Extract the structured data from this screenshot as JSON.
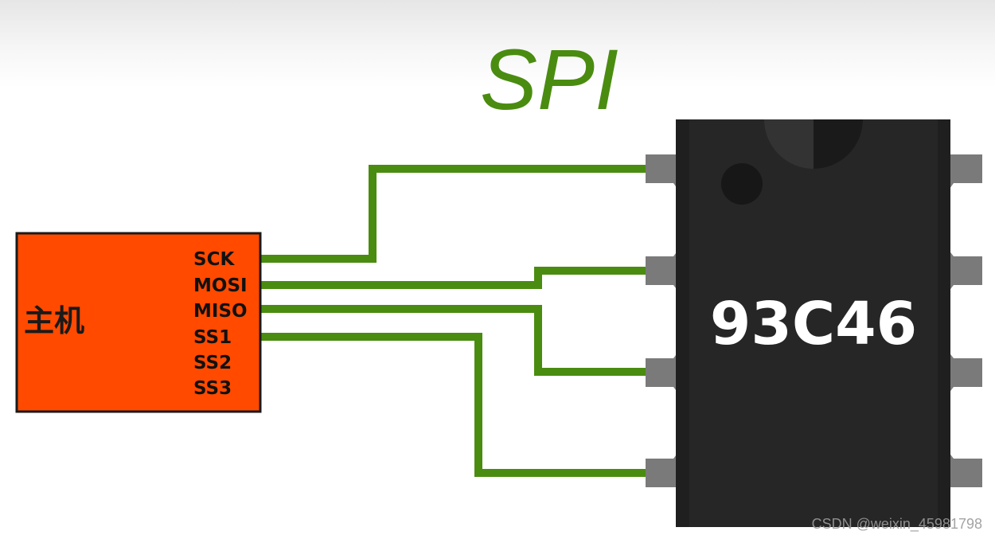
{
  "title": "SPI",
  "host": {
    "label": "主机",
    "pins": [
      "SCK",
      "MOSI",
      "MISO",
      "SS1",
      "SS2",
      "SS3"
    ]
  },
  "chip": {
    "label": "93C46"
  },
  "watermark": "CSDN @weixin_45981798",
  "colors": {
    "wire": "#4a8c10",
    "title": "#4a8c10",
    "host_fill": "#ff4a00",
    "chip_body": "#262626",
    "chip_pin": "#7a7a7a",
    "chip_text": "#ffffff"
  }
}
